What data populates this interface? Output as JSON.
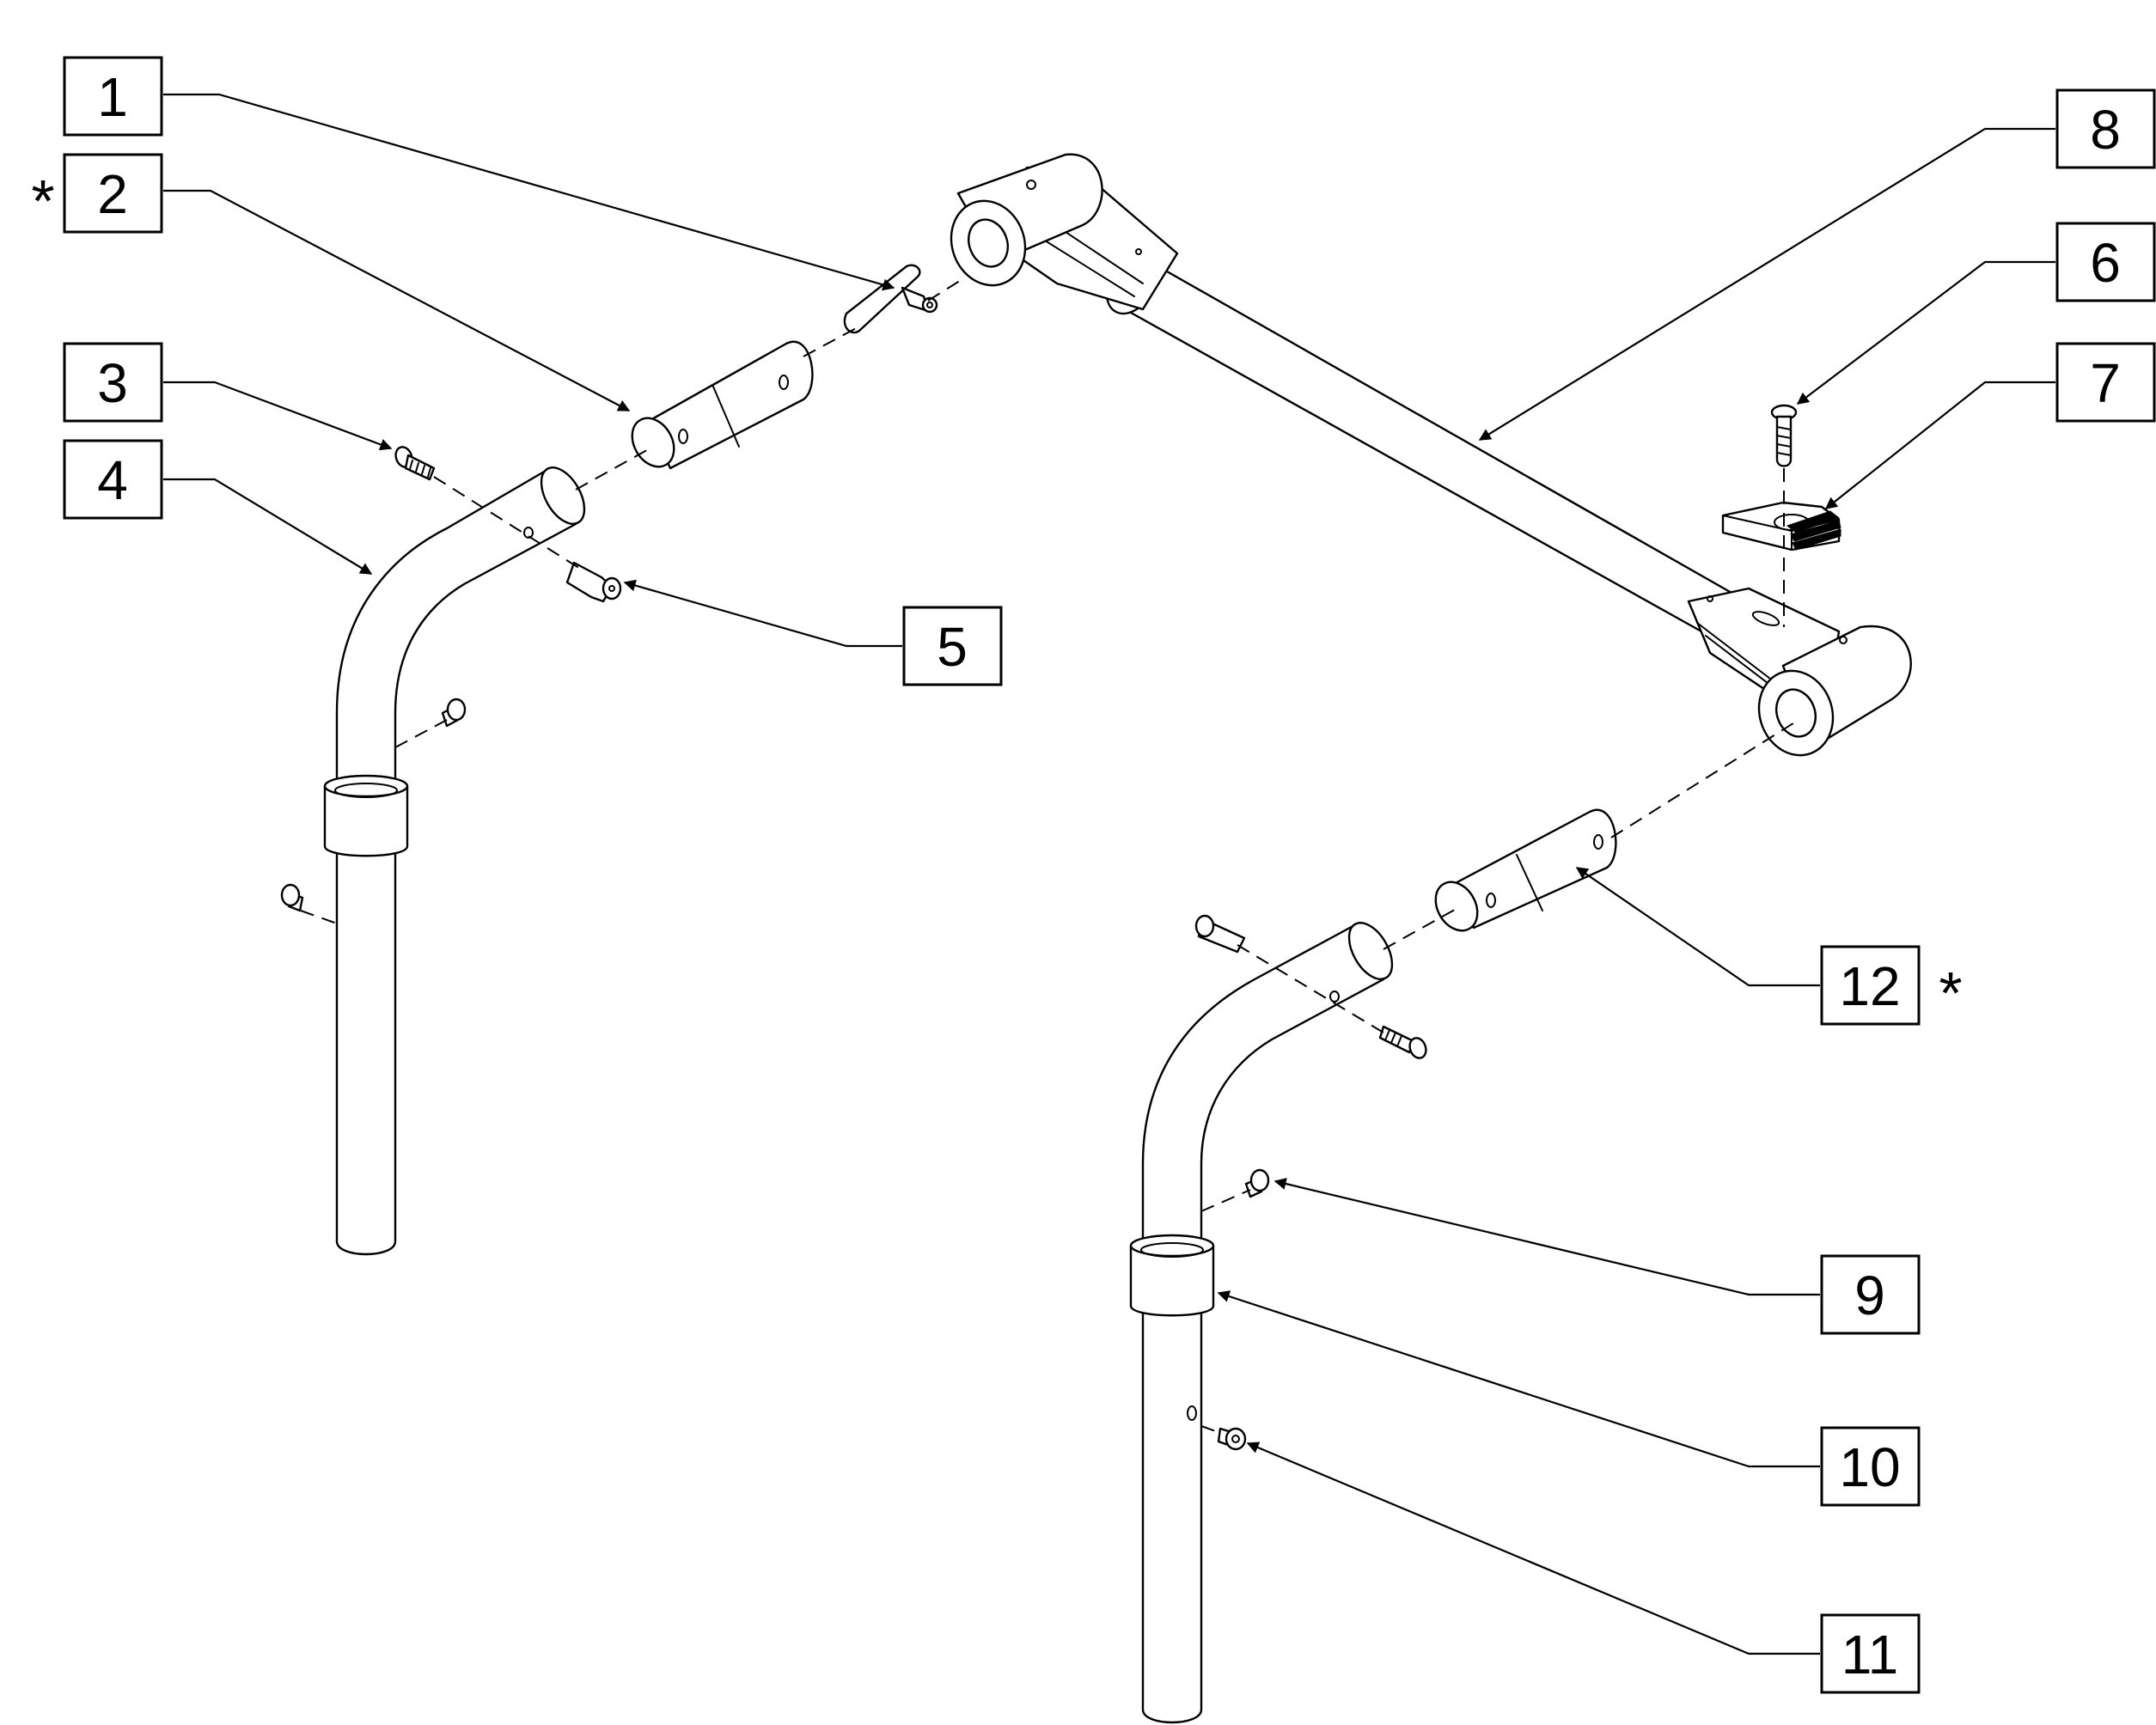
{
  "callouts": [
    {
      "id": "1",
      "label": "1"
    },
    {
      "id": "2",
      "label": "2"
    },
    {
      "id": "3",
      "label": "3"
    },
    {
      "id": "4",
      "label": "4"
    },
    {
      "id": "5",
      "label": "5"
    },
    {
      "id": "6",
      "label": "6"
    },
    {
      "id": "7",
      "label": "7"
    },
    {
      "id": "8",
      "label": "8"
    },
    {
      "id": "9",
      "label": "9"
    },
    {
      "id": "10",
      "label": "10"
    },
    {
      "id": "11",
      "label": "11"
    },
    {
      "id": "12",
      "label": "12"
    }
  ],
  "marks": {
    "star_2": "*",
    "star_12": "*"
  }
}
